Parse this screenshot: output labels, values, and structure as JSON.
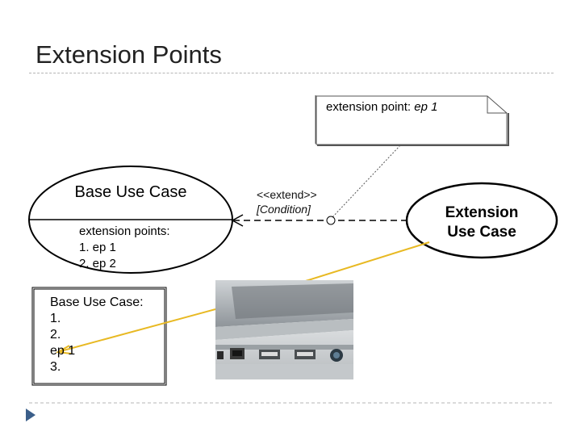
{
  "slide": {
    "title": "Extension Points"
  },
  "note": {
    "prefix": "extension point: ",
    "value": "ep 1"
  },
  "base_use_case": {
    "title": "Base Use Case",
    "ep_heading": "extension points:",
    "ep_items": [
      "1. ep 1",
      "2. ep 2"
    ]
  },
  "detail_box": {
    "lines": [
      "Base Use Case:",
      "1.",
      "2.",
      "ep 1",
      "3."
    ]
  },
  "extend_relation": {
    "stereotype": "<<extend>>",
    "condition": "[Condition]"
  },
  "extension_use_case": {
    "line1": "Extension",
    "line2": "Use Case"
  },
  "colors": {
    "connector": "#e8b923",
    "divider": "#b5b5b5",
    "bullet": "#3b5f8a"
  }
}
